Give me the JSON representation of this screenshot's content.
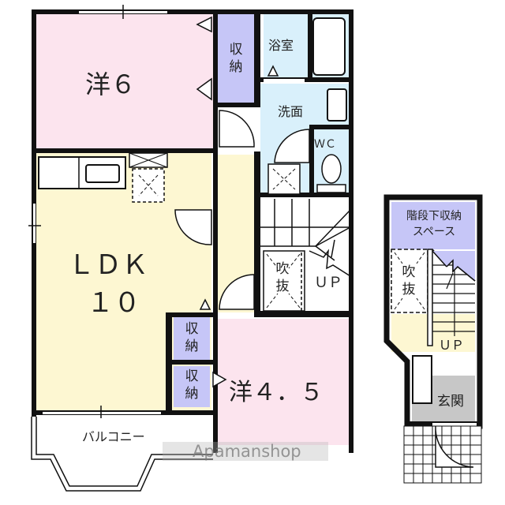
{
  "floorplan": {
    "rooms": {
      "western_6": {
        "label": "洋６",
        "type": "Western-style room",
        "size_jo": "6"
      },
      "ldk": {
        "label_line1": "ＬＤＫ",
        "label_line2": "１０",
        "size_jo": "10"
      },
      "western_4_5": {
        "label": "洋４．５",
        "size_jo": "4.5"
      },
      "bath": {
        "label": "浴室"
      },
      "washroom": {
        "label": "洗面"
      },
      "wc": {
        "label": "ＷＣ"
      },
      "closet_top": {
        "line1": "収",
        "line2": "納"
      },
      "closet_mid": {
        "line1": "収",
        "line2": "納"
      },
      "closet_low": {
        "line1": "収",
        "line2": "納"
      },
      "void_main": {
        "line1": "吹",
        "line2": "抜"
      },
      "stairs_main": {
        "label": "ＵＰ"
      },
      "balcony": {
        "label": "バルコニー"
      }
    },
    "first_floor": {
      "under_stair_storage": {
        "line1": "階段下収納",
        "line2": "スペース"
      },
      "void": {
        "line1": "吹",
        "line2": "抜"
      },
      "stairs": {
        "label": "ＵＰ"
      },
      "entrance": {
        "label": "玄関"
      }
    },
    "watermark": "Apamanshop",
    "colors": {
      "western_room": "#fce4ee",
      "ldk": "#fdf7d2",
      "wet_area": "#d9f0fb",
      "storage": "#c6c6f7",
      "entrance": "#c7c7c7",
      "wall": "#111111"
    }
  }
}
